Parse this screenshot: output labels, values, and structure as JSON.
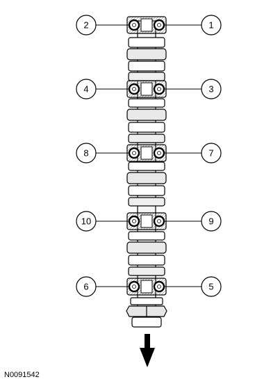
{
  "reference_code": "N0091542",
  "callouts": [
    {
      "id": "1",
      "label": "1"
    },
    {
      "id": "2",
      "label": "2"
    },
    {
      "id": "3",
      "label": "3"
    },
    {
      "id": "4",
      "label": "4"
    },
    {
      "id": "5",
      "label": "5"
    },
    {
      "id": "6",
      "label": "6"
    },
    {
      "id": "7",
      "label": "7"
    },
    {
      "id": "8",
      "label": "8"
    },
    {
      "id": "9",
      "label": "9"
    },
    {
      "id": "10",
      "label": "10"
    }
  ],
  "icons": {
    "arrow": "down-arrow-icon",
    "bolt": "bolt-head-icon"
  }
}
